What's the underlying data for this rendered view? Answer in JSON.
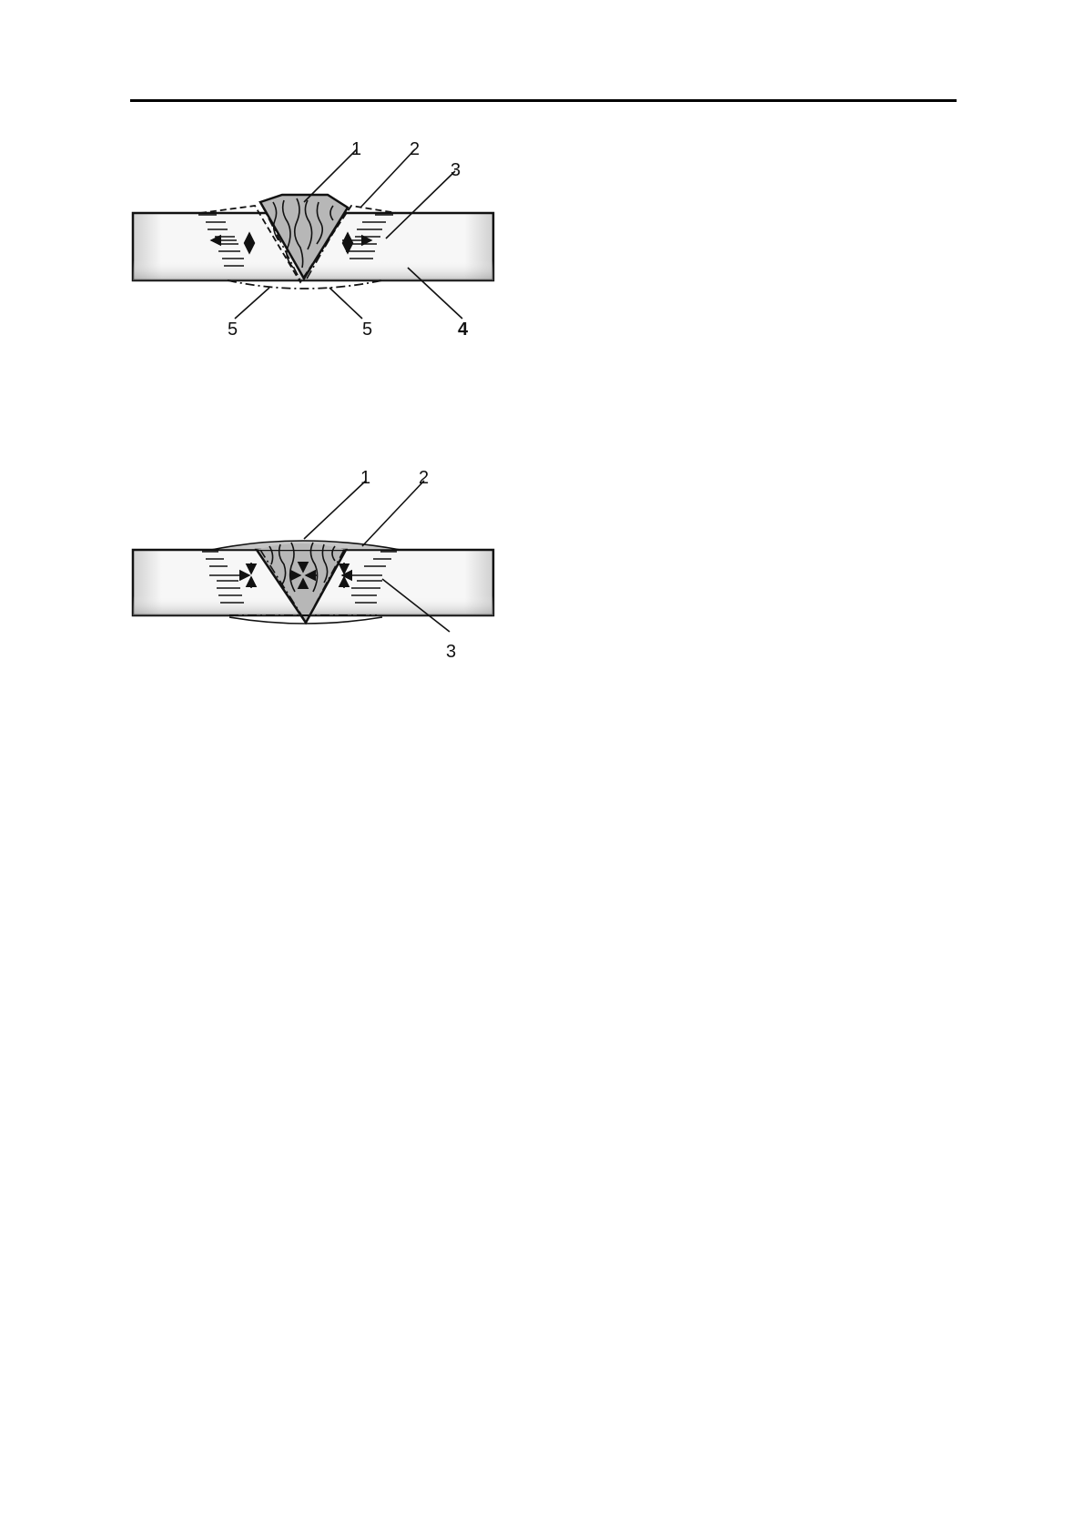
{
  "figure_top": {
    "labels": [
      "1",
      "2",
      "3",
      "4",
      "5",
      "5"
    ]
  },
  "figure_bottom": {
    "labels": [
      "1",
      "2",
      "3"
    ]
  },
  "colors": {
    "weld_fill": "#b9b9b9",
    "plate_fill": "#f4f4f4",
    "line": "#111111"
  }
}
